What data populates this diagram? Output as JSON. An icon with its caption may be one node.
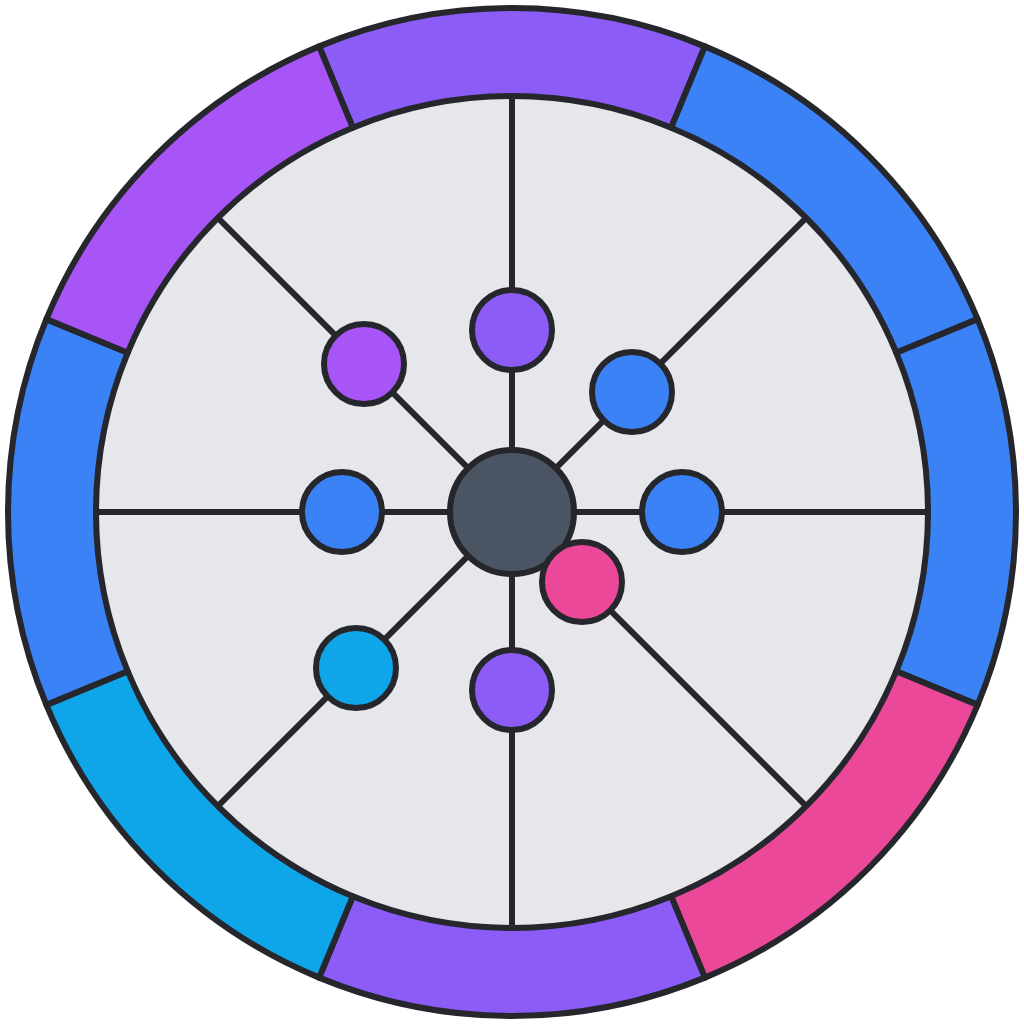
{
  "diagram": {
    "nodes": [
      {
        "text": [],
        "shape": "circle"
      },
      {
        "text": [],
        "shape": "circle"
      },
      {
        "text": [],
        "shape": "circle"
      },
      {
        "text": [],
        "shape": "circle"
      },
      {
        "text": [],
        "shape": "circle"
      },
      {
        "text": [],
        "shape": "circle"
      },
      {
        "text": [],
        "shape": "circle"
      },
      {
        "text": [],
        "shape": "circle"
      },
      {
        "text": [],
        "shape": "circle"
      },
      {
        "text": [],
        "shape": "arc"
      },
      {
        "text": [],
        "shape": "arc"
      },
      {
        "text": [],
        "shape": "arc"
      },
      {
        "text": [],
        "shape": "arc"
      },
      {
        "text": [],
        "shape": "arc"
      },
      {
        "text": [],
        "shape": "arc"
      },
      {
        "text": [],
        "shape": "arc"
      },
      {
        "text": [],
        "shape": "arc"
      }
    ],
    "edges": [
      {
        "from": 0,
        "to": 1,
        "arrow": "none"
      },
      {
        "from": 0,
        "to": 2,
        "arrow": "none"
      },
      {
        "from": 0,
        "to": 3,
        "arrow": "none"
      },
      {
        "from": 0,
        "to": 5,
        "arrow": "none"
      },
      {
        "from": 0,
        "to": 6,
        "arrow": "none"
      },
      {
        "from": 0,
        "to": 7,
        "arrow": "none"
      },
      {
        "from": 0,
        "to": 8,
        "arrow": "none"
      },
      {
        "from": 1,
        "to": 9,
        "arrow": "none"
      },
      {
        "from": 2,
        "to": 10,
        "arrow": "none"
      },
      {
        "from": 3,
        "to": 11,
        "arrow": "none"
      },
      {
        "from": 4,
        "to": 12,
        "arrow": "none"
      },
      {
        "from": 5,
        "to": 13,
        "arrow": "none"
      },
      {
        "from": 6,
        "to": 14,
        "arrow": "none"
      },
      {
        "from": 7,
        "to": 15,
        "arrow": "none"
      },
      {
        "from": 8,
        "to": 16,
        "arrow": "none"
      }
    ]
  }
}
